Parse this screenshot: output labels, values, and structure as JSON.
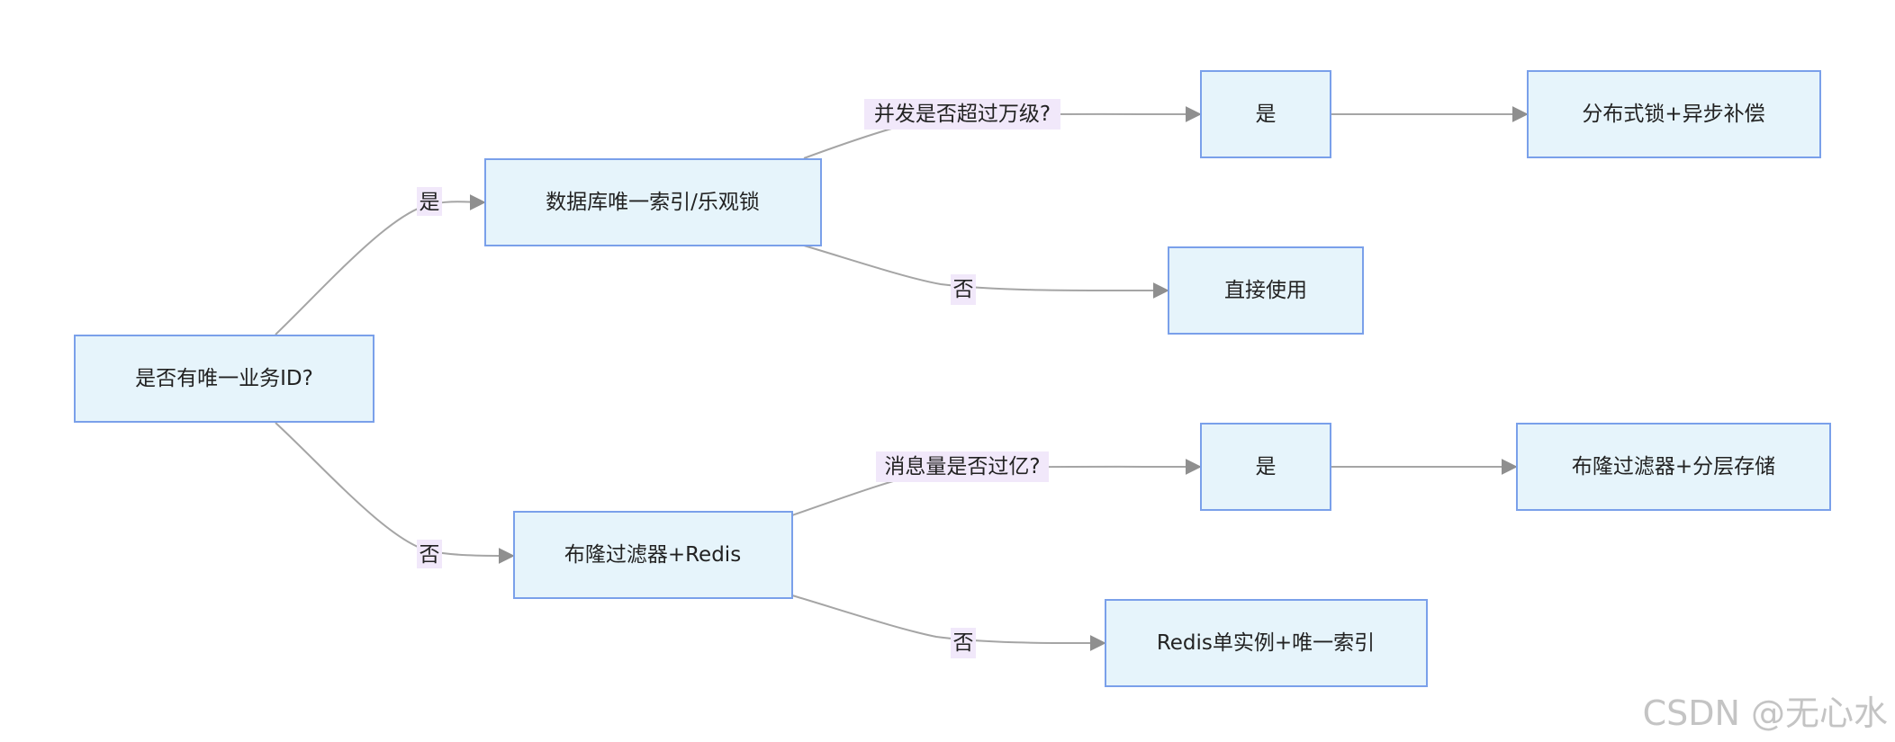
{
  "nodes": {
    "root": "是否有唯一业务ID?",
    "db_unique_index": "数据库唯一索引/乐观锁",
    "concurrency_yes": "是",
    "distributed_lock": "分布式锁+异步补偿",
    "direct_use": "直接使用",
    "bloom_redis": "布隆过滤器+Redis",
    "message_yes": "是",
    "bloom_tiered": "布隆过滤器+分层存储",
    "redis_single": "Redis单实例+唯一索引"
  },
  "edges": {
    "root_yes": "是",
    "root_no": "否",
    "concurrency_question": "并发是否超过万级?",
    "db_no": "否",
    "message_question": "消息量是否过亿?",
    "bloom_no": "否"
  },
  "watermark": "CSDN @无心水",
  "colors": {
    "node_fill": "#e6f4fb",
    "node_border": "#7aa0ea",
    "edge_line": "#a5a5a5",
    "edge_label_bg": "#f1e8fa"
  }
}
